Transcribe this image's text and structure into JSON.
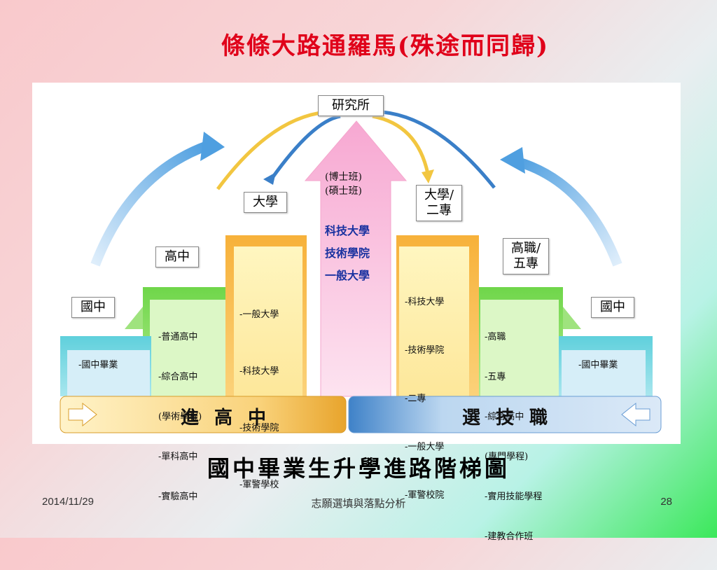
{
  "slide_title": "條條大路通羅馬(殊途而同歸)",
  "caption": "國中畢業生升學進路階梯圖",
  "footer": {
    "date": "2014/11/29",
    "center": "志願選填與落點分析",
    "page": "28"
  },
  "diagram": {
    "top_label": "研究所",
    "center_arrow": {
      "degrees": [
        "(博士班)",
        "(碩士班)"
      ],
      "schools": [
        "科技大學",
        "技術學院",
        "一般大學"
      ]
    },
    "left": {
      "levels": [
        "國中",
        "高中",
        "大學"
      ],
      "graduate_box": "-國中畢業",
      "high_school_list": [
        "-普通高中",
        "-綜合高中",
        "(學術學程)",
        "-單科高中",
        "-實驗高中"
      ],
      "university_list": [
        "-一般大學",
        "-科技大學",
        "-技術學院",
        "-軍警學校"
      ]
    },
    "right": {
      "levels": [
        "國中",
        "高職/\n五專",
        "大學/\n二專"
      ],
      "graduate_box": "-國中畢業",
      "vocational_list": [
        "-高職",
        "-五專",
        "-綜合高中",
        "(專門學程)",
        "-實用技能學程",
        "-建教合作班"
      ],
      "university_list": [
        "-科技大學",
        "-技術學院",
        "-二專",
        "-一般大學",
        "-軍警校院"
      ]
    },
    "bands": {
      "left": "進高中",
      "right": "選技職"
    }
  }
}
